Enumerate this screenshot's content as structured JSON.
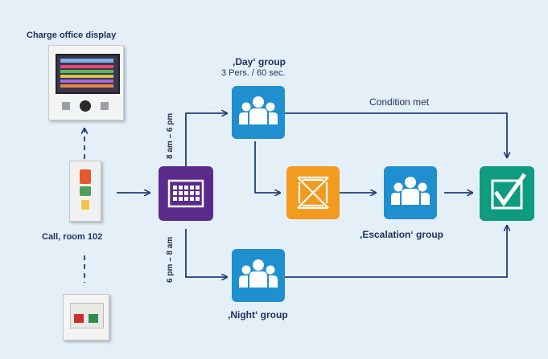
{
  "title": "Charge office display",
  "day_group": {
    "label": ",Day‘ group",
    "sub": "3 Pers. / 60 sec."
  },
  "night_group": {
    "label": ",Night‘ group"
  },
  "escalation_group": {
    "label": ",Escalation‘ group"
  },
  "call": {
    "label": "Call, room 102"
  },
  "condition": {
    "label": "Condition met"
  },
  "time_day": "8 am – 6 pm",
  "time_night": "6 pm – 8 am",
  "colors": {
    "background": "#e4eff8",
    "line": "#1e3f77",
    "group_blue": "#1f8fd0",
    "schedule_purple": "#5b2b8c",
    "escalate_orange": "#f29b1e",
    "confirm_green": "#0f9b7f"
  },
  "icons": {
    "display": "wall-display-icon",
    "call_unit": "call-button-icon",
    "schedule": "calendar-icon",
    "group": "group-icon",
    "escalate": "escalation-icon",
    "confirm": "checkmark-icon",
    "room_terminal": "room-terminal-icon"
  }
}
